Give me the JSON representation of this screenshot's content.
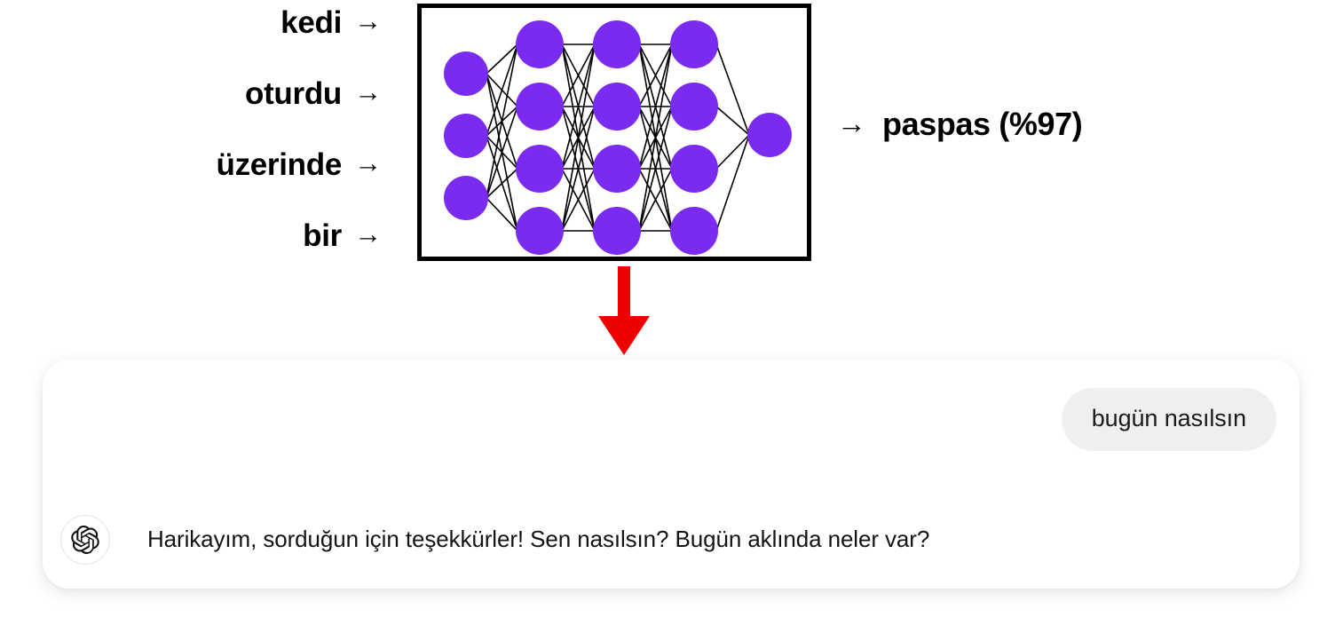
{
  "diagram": {
    "input_labels": [
      {
        "word": "kedi",
        "arrow": "→"
      },
      {
        "word": "oturdu",
        "arrow": "→"
      },
      {
        "word": "üzerinde",
        "arrow": "→"
      },
      {
        "word": "bir",
        "arrow": "→"
      }
    ],
    "output": {
      "arrow": "→",
      "text": "paspas (%97)"
    },
    "network": {
      "node_color": "#7B2BF0",
      "edge_color": "#000000",
      "border_color": "#000000",
      "layer_sizes": [
        3,
        4,
        4,
        4,
        1
      ]
    },
    "flow_arrow": {
      "color": "#EE0000",
      "direction": "down"
    }
  },
  "chat": {
    "user_message": "bugün nasılsın",
    "assistant_message": "Harikayım, sorduğun için teşekkürler! Sen nasılsın? Bugün aklında neler var?",
    "assistant_avatar_icon": "openai-logo-icon",
    "bubble_color": "#EFEFEF",
    "card_color": "#FFFFFF"
  }
}
